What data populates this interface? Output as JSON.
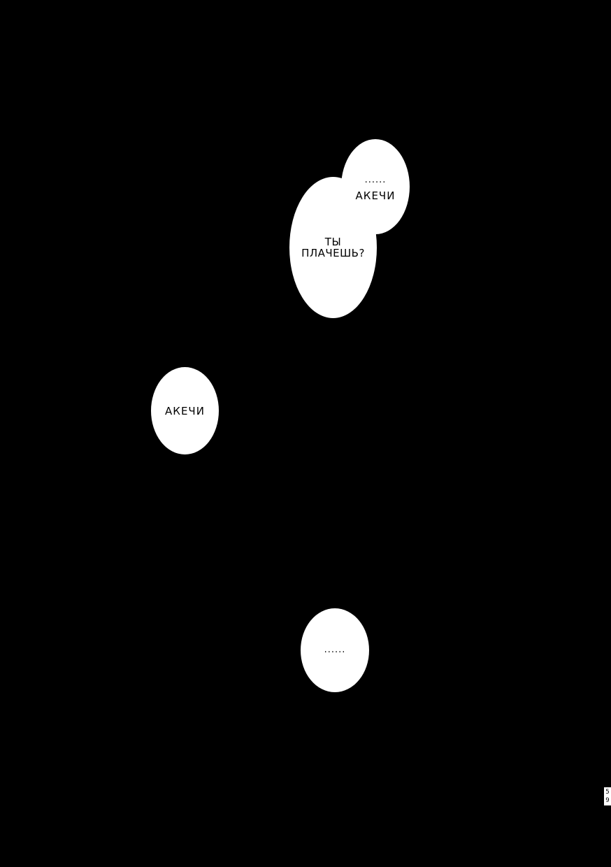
{
  "bubbles": {
    "top": {
      "dots": "......",
      "name": "АКЕЧИ"
    },
    "crying": {
      "line1": "ТЫ",
      "line2": "ПЛАЧЕШЬ?"
    },
    "akechi": {
      "name": "АКЕЧИ"
    },
    "bottom": {
      "dots": "......"
    }
  },
  "page_number": {
    "digit1": "5",
    "digit2": "9"
  },
  "colors": {
    "background": "#000000",
    "bubble": "#ffffff",
    "text": "#000000"
  }
}
